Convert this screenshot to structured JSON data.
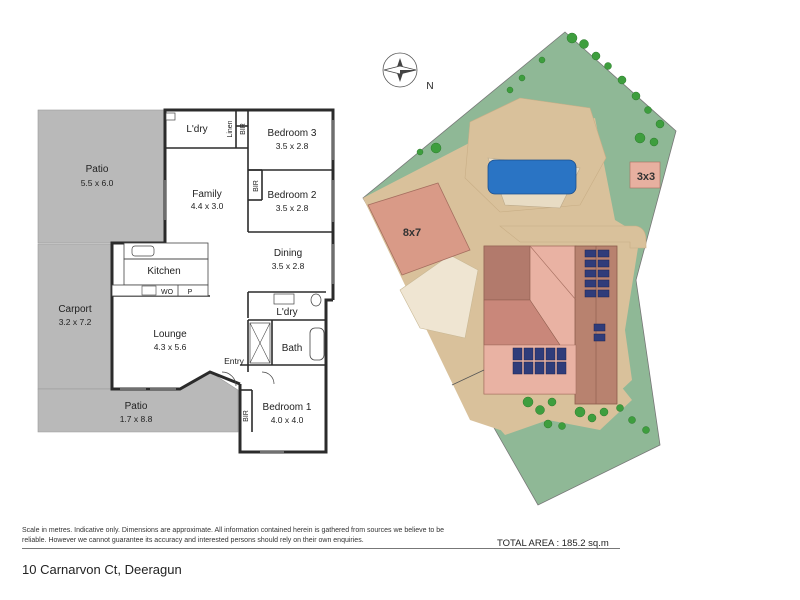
{
  "compass": {
    "label": "N"
  },
  "rooms": {
    "patio_north": {
      "name": "Patio",
      "dims": "5.5 x 6.0"
    },
    "laundry_top": {
      "name": "L'dry"
    },
    "linen": {
      "name": "Linen"
    },
    "bir_top": {
      "name": "BIR"
    },
    "bedroom3": {
      "name": "Bedroom 3",
      "dims": "3.5 x 2.8"
    },
    "family": {
      "name": "Family",
      "dims": "4.4 x 3.0"
    },
    "bir_mid": {
      "name": "BIR"
    },
    "bedroom2": {
      "name": "Bedroom 2",
      "dims": "3.5 x 2.8"
    },
    "kitchen": {
      "name": "Kitchen"
    },
    "wo": {
      "name": "WO"
    },
    "pantry": {
      "name": "P"
    },
    "dining": {
      "name": "Dining",
      "dims": "3.5 x 2.8"
    },
    "carport": {
      "name": "Carport",
      "dims": "3.2 x 7.2"
    },
    "laundry": {
      "name": "L'dry"
    },
    "lounge": {
      "name": "Lounge",
      "dims": "4.3 x 5.6"
    },
    "bath": {
      "name": "Bath"
    },
    "entry": {
      "name": "Entry"
    },
    "patio_south": {
      "name": "Patio",
      "dims": "1.7 x 8.8"
    },
    "bir_bottom": {
      "name": "BIR"
    },
    "bedroom1": {
      "name": "Bedroom 1",
      "dims": "4.0 x 4.0"
    }
  },
  "site": {
    "shed_large": "8x7",
    "shed_small": "3x3"
  },
  "footer": {
    "disclaimer": "Scale in metres. Indicative only. Dimensions are approximate. All information contained herein is gathered from sources we believe to be reliable. However we cannot guarantee its accuracy and interested persons should rely on their own enquiries.",
    "total_area": "TOTAL AREA : 185.2 sq.m",
    "address": "10 Carnarvon Ct, Deeragun"
  },
  "colors": {
    "lawn": "#8fb896",
    "dirt": "#d9c19b",
    "patio": "#b9b9b9",
    "roof_dark": "#b27a6c",
    "roof_light": "#e9b2a3",
    "pool": "#2a74c4",
    "tree": "#3e9e3e",
    "wall": "#2b2b2b"
  }
}
